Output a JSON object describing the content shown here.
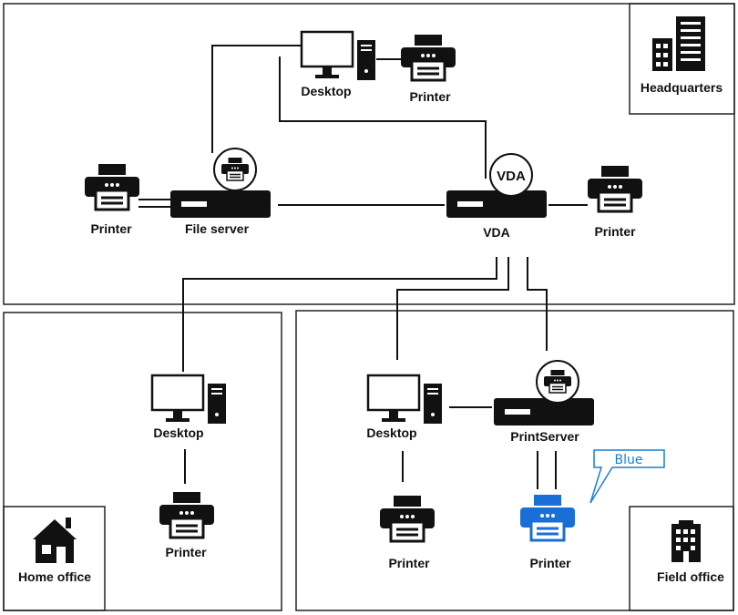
{
  "locations": {
    "headquarters": "Headquarters",
    "home_office": "Home office",
    "field_office": "Field office"
  },
  "devices": {
    "hq_desktop": "Desktop",
    "hq_printer_top": "Printer",
    "hq_printer_left": "Printer",
    "file_server": "File server",
    "vda": "VDA",
    "vda_badge": "VDA",
    "hq_printer_right": "Printer",
    "home_desktop": "Desktop",
    "home_printer": "Printer",
    "field_desktop": "Desktop",
    "print_server": "PrintServer",
    "field_printer_left": "Printer",
    "field_printer_blue": "Printer"
  },
  "callout": {
    "text": "Blue"
  },
  "colors": {
    "device": "#111111",
    "highlight_printer": "#1a6fd6",
    "callout_text": "#1a7fd1"
  }
}
